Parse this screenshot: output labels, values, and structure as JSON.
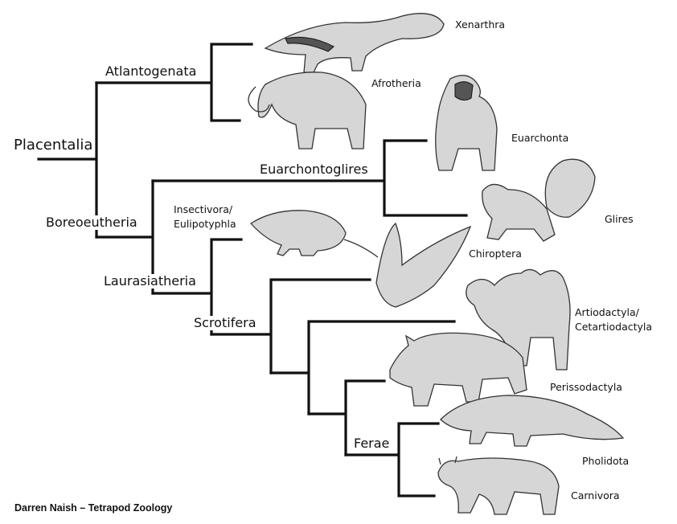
{
  "clades": {
    "placentalia": "Placentalia",
    "atlantogenata": "Atlantogenata",
    "boreoeutheria": "Boreoeutheria",
    "euarchontoglires": "Euarchontoglires",
    "laurasiatheria": "Laurasiatheria",
    "scrotifera": "Scrotifera",
    "ferae": "Ferae"
  },
  "taxa": {
    "xenarthra": "Xenarthra",
    "afrotheria": "Afrotheria",
    "euarchonta": "Euarchonta",
    "glires": "Glires",
    "eulipotyphla": "Insectivora/\nEulipotyphla",
    "chiroptera": "Chiroptera",
    "artiodactyla": "Artiodactyla/\nCetartiodactyla",
    "perissodactyla": "Perissodactyla",
    "pholidota": "Pholidota",
    "carnivora": "Carnivora"
  },
  "illustrations": [
    "anteater-illustration",
    "mammoth-illustration",
    "gorilla-illustration",
    "squirrel-illustration",
    "shrew-illustration",
    "bat-illustration",
    "camel-illustration",
    "rhino-illustration",
    "pangolin-illustration",
    "lynx-illustration"
  ],
  "credit": "Darren Naish – Tetrapod Zoology"
}
